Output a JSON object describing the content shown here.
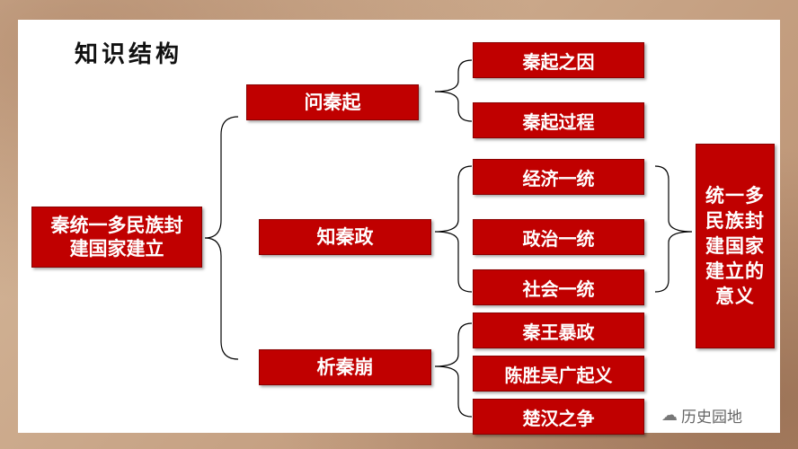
{
  "title": "知识结构",
  "root": "秦统一多民族封建国家建立",
  "branches": [
    {
      "label": "问秦起",
      "children": [
        "秦起之因",
        "秦起过程"
      ]
    },
    {
      "label": "知秦政",
      "children": [
        "经济一统",
        "政治一统",
        "社会一统"
      ]
    },
    {
      "label": "析秦崩",
      "children": [
        "秦王暴政",
        "陈胜吴广起义",
        "楚汉之争"
      ]
    }
  ],
  "significance": "统一多民族封建国家建立的意义",
  "watermark": "历史园地",
  "colors": {
    "box_fill": "#c00000",
    "box_text": "#ffffff",
    "line": "#000000",
    "background_frame": "#c9a98a"
  },
  "icons": [
    "wechat-icon"
  ]
}
